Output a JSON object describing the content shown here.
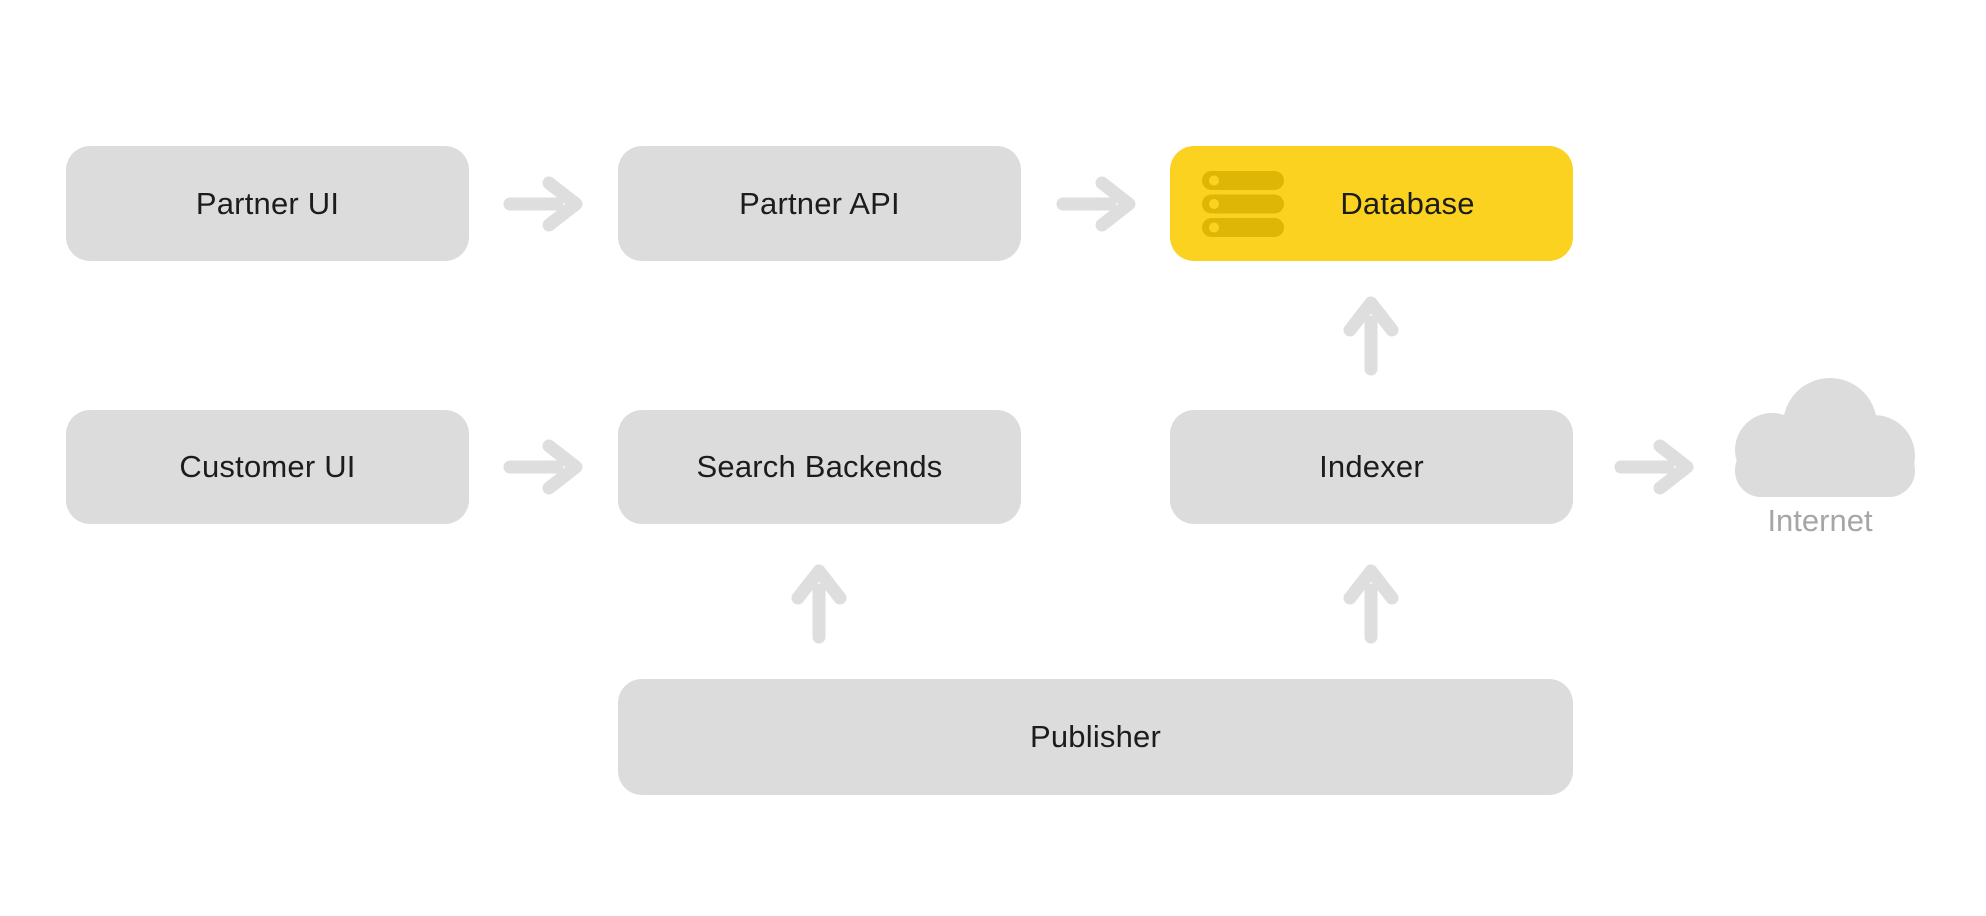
{
  "diagram": {
    "nodes": {
      "partner_ui": {
        "label": "Partner UI"
      },
      "partner_api": {
        "label": "Partner API"
      },
      "database": {
        "label": "Database",
        "icon": "server-stack-icon",
        "highlighted": true
      },
      "customer_ui": {
        "label": "Customer UI"
      },
      "search_backends": {
        "label": "Search Backends"
      },
      "indexer": {
        "label": "Indexer"
      },
      "publisher": {
        "label": "Publisher"
      },
      "internet": {
        "label": "Internet",
        "icon": "cloud-icon"
      }
    },
    "edges": [
      {
        "from": "Partner UI",
        "to": "Partner API",
        "direction": "right"
      },
      {
        "from": "Partner API",
        "to": "Database",
        "direction": "right"
      },
      {
        "from": "Customer UI",
        "to": "Search Backends",
        "direction": "right"
      },
      {
        "from": "Indexer",
        "to": "Internet",
        "direction": "right"
      },
      {
        "from": "Indexer",
        "to": "Database",
        "direction": "up"
      },
      {
        "from": "Publisher",
        "to": "Search Backends",
        "direction": "up"
      },
      {
        "from": "Publisher",
        "to": "Indexer",
        "direction": "up"
      }
    ],
    "colors": {
      "node_bg": "#dcdcdc",
      "highlight_bg": "#fbd220",
      "highlight_icon": "#deb706",
      "arrow": "#dedede",
      "text": "#1c1c1c",
      "muted_text": "#a6a6a6",
      "background": "#ffffff"
    }
  }
}
